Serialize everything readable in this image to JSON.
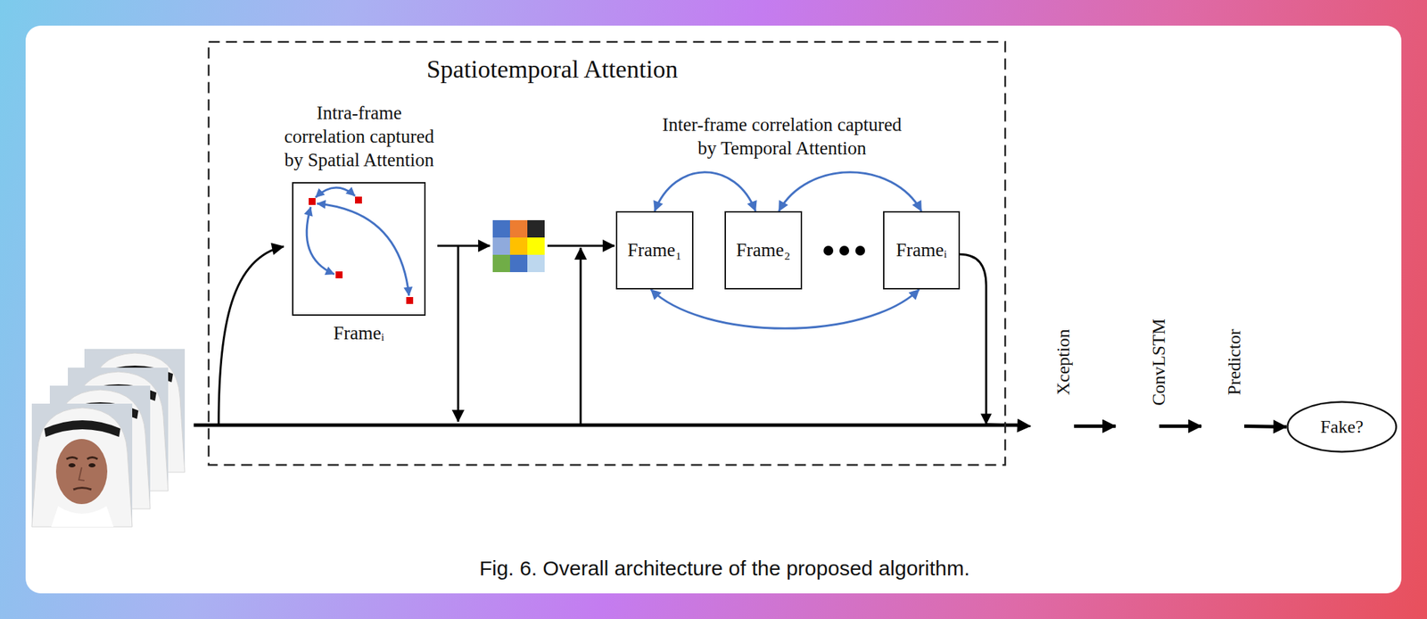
{
  "diagram": {
    "caption": "Fig. 6. Overall architecture of the proposed algorithm.",
    "nodes": [
      {
        "text": [
          "Spatiotemporal Attention"
        ]
      },
      {
        "text": [
          "Frameᵢ"
        ],
        "in": 0
      },
      {
        "text": [
          "Frame₁"
        ],
        "in": 0
      },
      {
        "text": [
          "Frame₂"
        ],
        "in": 0
      },
      {
        "text": [
          "Frameᵢ"
        ],
        "in": 0
      },
      {
        "text": [
          "Xception"
        ]
      },
      {
        "text": [
          "ConvLSTM"
        ]
      },
      {
        "text": [
          "Predictor"
        ]
      },
      {
        "text": [
          "Fake?"
        ]
      }
    ],
    "edges": [
      {
        "from": 2,
        "to": 3,
        "arrow": "both"
      },
      {
        "from": 3,
        "to": 4,
        "arrow": "both"
      },
      {
        "from": 2,
        "to": 4,
        "arrow": "both"
      },
      {
        "from": 4,
        "to": 5,
        "arrow": "to"
      },
      {
        "from": 5,
        "to": 6,
        "arrow": "to"
      },
      {
        "from": 6,
        "to": 7,
        "arrow": "to"
      },
      {
        "from": 7,
        "to": 8,
        "arrow": "to"
      }
    ],
    "labels": [
      "Intra-frame correlation captured by Spatial Attention",
      "Inter-frame correlation captured by Temporal Attention"
    ]
  }
}
